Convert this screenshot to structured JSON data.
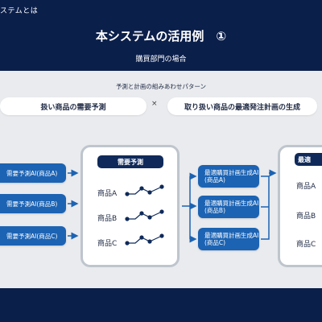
{
  "header": {
    "top_tag": "ステムとは",
    "title": "本システムの活用例　①",
    "subtitle": "購買部門の場合"
  },
  "panel": {
    "caption": "予測と計画の組みあわせパターン",
    "pill_left": "扱い商品の需要予測",
    "pill_right": "取り扱い商品の最適発注計画の生成",
    "times": "×"
  },
  "inputs": [
    {
      "label": "需要予測AI(商品A)"
    },
    {
      "label": "需要予測AI(商品B)"
    },
    {
      "label": "需要予測AI(商品C)"
    }
  ],
  "forecast_box": {
    "header": "需要予測",
    "products": [
      "商品A",
      "商品B",
      "商品C"
    ]
  },
  "planners": [
    {
      "line1": "最適購買計画生成AI",
      "line2": "(商品A)"
    },
    {
      "line1": "最適購買計画生成AI",
      "line2": "(商品B)"
    },
    {
      "line1": "最適購買計画生成AI",
      "line2": "(商品C)"
    }
  ],
  "result_box": {
    "header": "最適",
    "products": [
      "商品A",
      "商品B",
      "商品C"
    ]
  },
  "colors": {
    "navy": "#0b1f4b",
    "accent_blue": "#1c63b3",
    "panel_gray": "#e9ebee"
  }
}
